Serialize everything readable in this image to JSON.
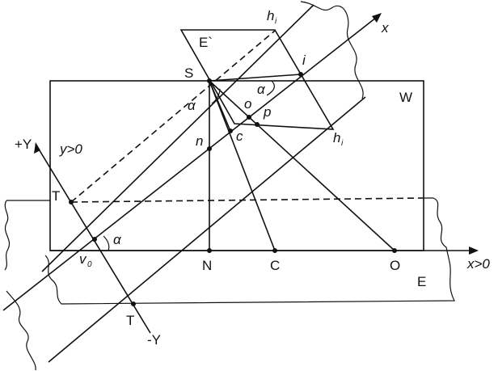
{
  "labels": {
    "h_top": "h",
    "h_top_sub": "i",
    "x_axis": "x",
    "E_prime": "E`",
    "S": "S",
    "i": "i",
    "W": "W",
    "alpha_top": "α",
    "alpha_left": "α",
    "o": "o",
    "p": "p",
    "c": "c",
    "n": "n",
    "h_right": "h",
    "h_right_sub": "i",
    "plus_Y": "+Y",
    "y_pos": "y>0",
    "T_left": "T",
    "alpha_bottom": "α",
    "v": "v",
    "v_sub": "0",
    "N": "N",
    "C": "C",
    "O": "O",
    "x_pos": "x>0",
    "E": "E",
    "T_bottom": "T",
    "minus_Y": "-Y"
  }
}
